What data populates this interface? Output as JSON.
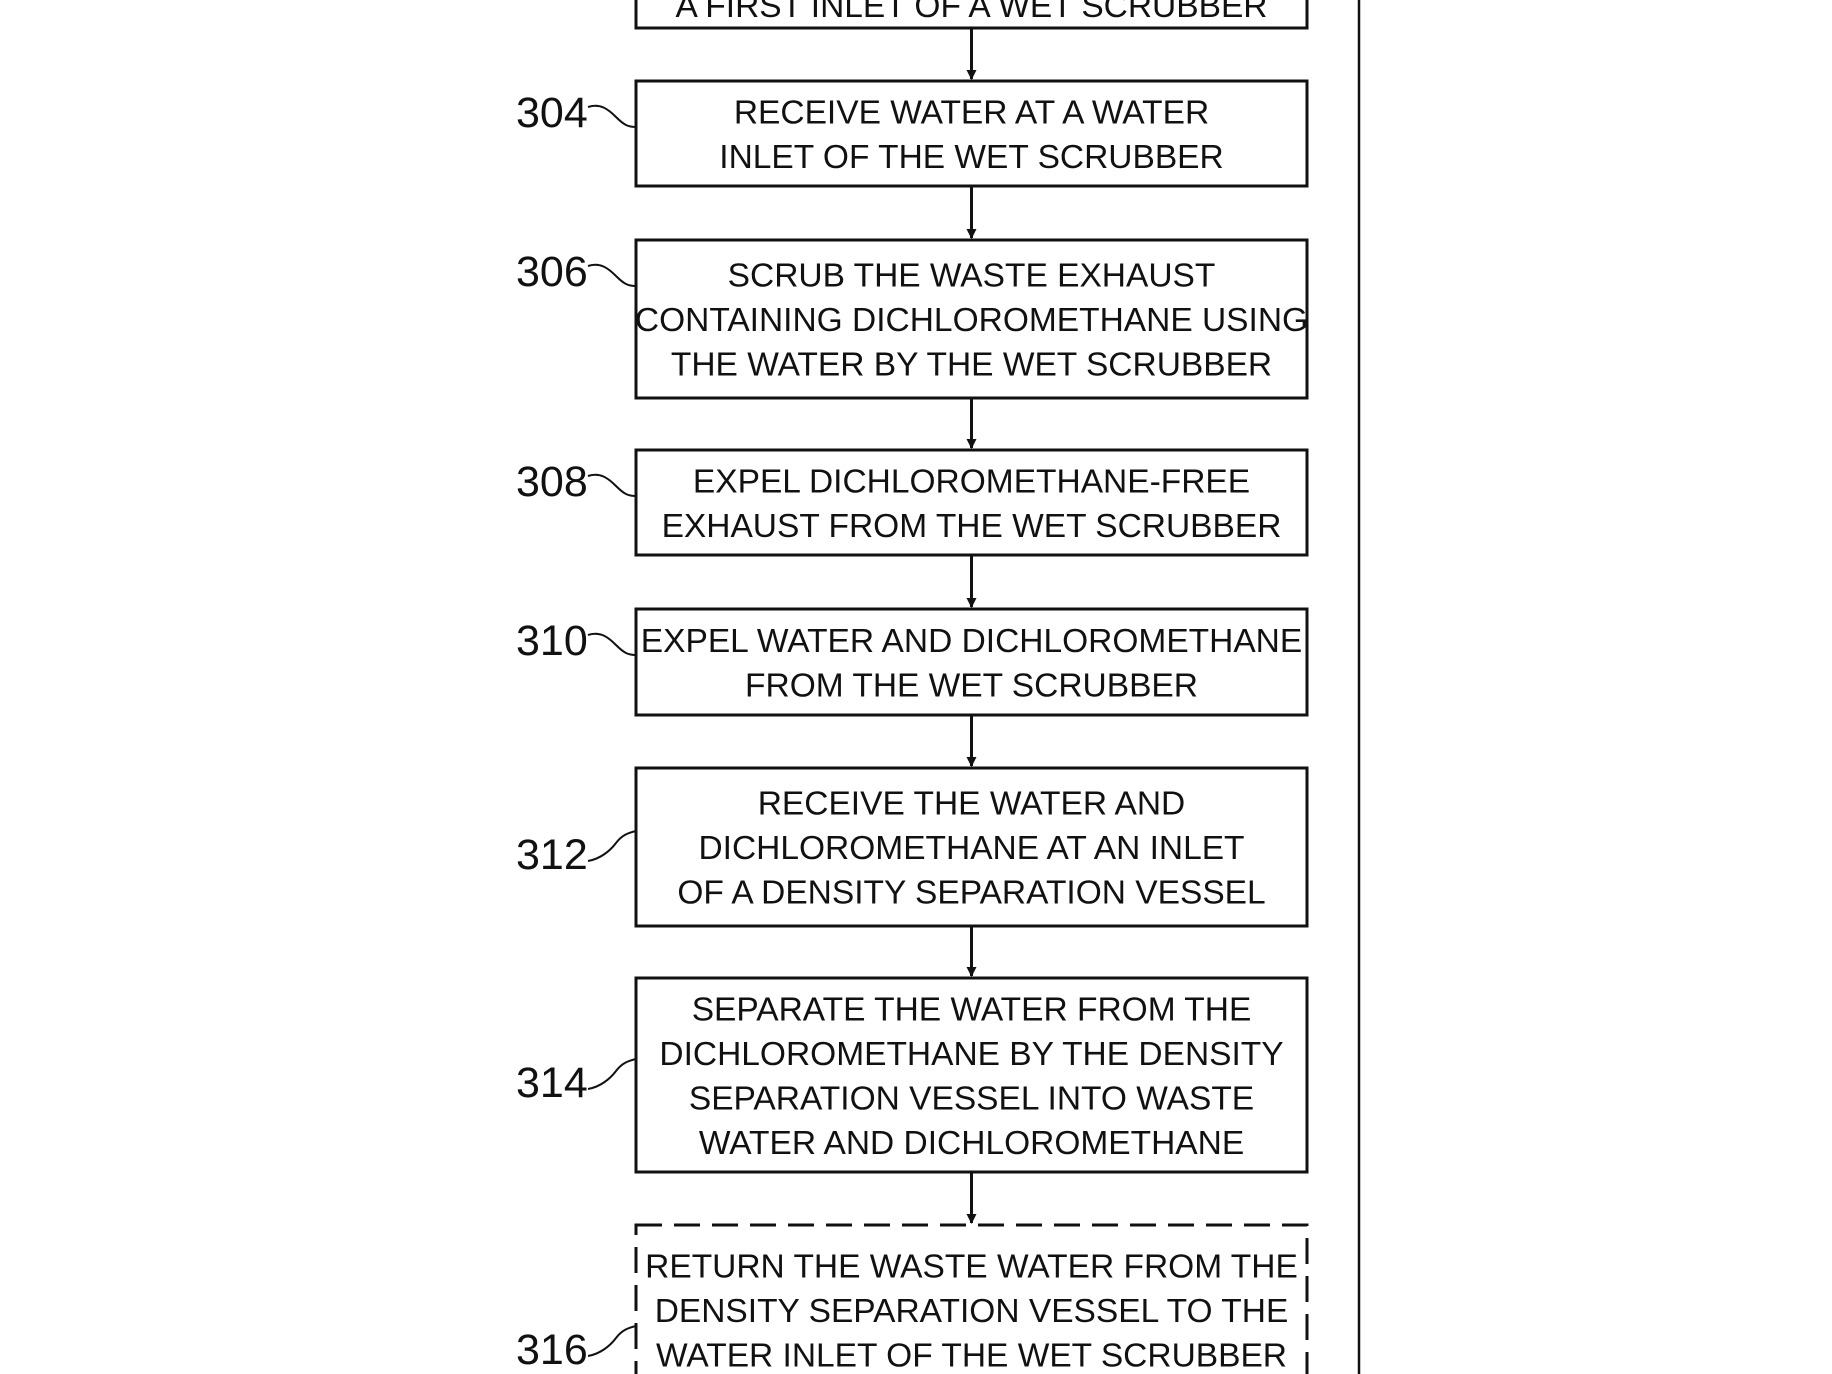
{
  "steps": [
    {
      "ref": "",
      "lines": [
        "A FIRST INLET OF A WET SCRUBBER"
      ],
      "optional": false
    },
    {
      "ref": "304",
      "lines": [
        "RECEIVE WATER AT A WATER",
        "INLET OF THE WET SCRUBBER"
      ],
      "optional": false
    },
    {
      "ref": "306",
      "lines": [
        "SCRUB THE WASTE EXHAUST",
        "CONTAINING DICHLOROMETHANE USING",
        "THE WATER BY THE WET SCRUBBER"
      ],
      "optional": false
    },
    {
      "ref": "308",
      "lines": [
        "EXPEL DICHLOROMETHANE-FREE",
        "EXHAUST FROM THE WET SCRUBBER"
      ],
      "optional": false
    },
    {
      "ref": "310",
      "lines": [
        "EXPEL WATER AND DICHLOROMETHANE",
        "FROM THE WET SCRUBBER"
      ],
      "optional": false
    },
    {
      "ref": "312",
      "lines": [
        "RECEIVE THE WATER AND",
        "DICHLOROMETHANE AT AN INLET",
        "OF A DENSITY SEPARATION VESSEL"
      ],
      "optional": false
    },
    {
      "ref": "314",
      "lines": [
        "SEPARATE THE WATER FROM THE",
        "DICHLOROMETHANE BY THE DENSITY",
        "SEPARATION VESSEL INTO WASTE",
        "WATER AND DICHLOROMETHANE"
      ],
      "optional": false
    },
    {
      "ref": "316",
      "lines": [
        "RETURN THE WASTE WATER FROM THE",
        "DENSITY SEPARATION VESSEL TO THE",
        "WATER INLET OF THE WET SCRUBBER"
      ],
      "optional": true
    }
  ]
}
